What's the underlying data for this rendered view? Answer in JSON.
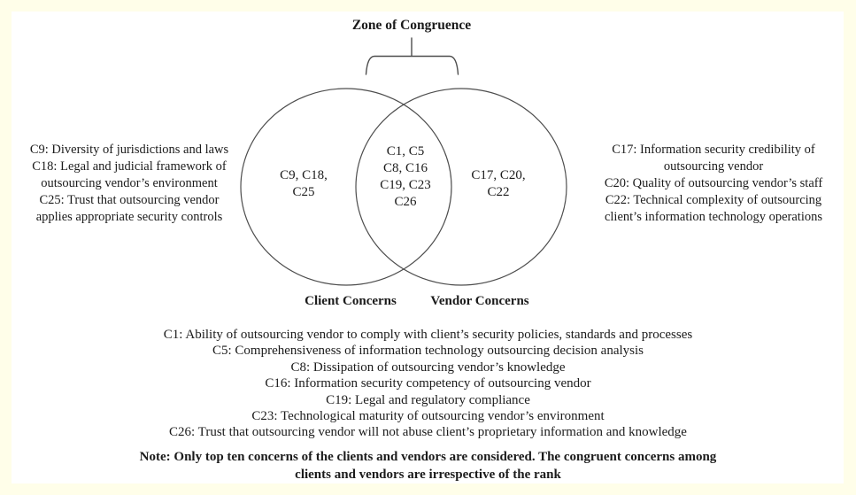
{
  "colors": {
    "frame": "#fffee9",
    "canvas": "#ffffff",
    "stroke": "#4d4d4d",
    "text": "#1b1b1b"
  },
  "venn": {
    "title": "Zone of Congruence",
    "client_circle_label": "Client Concerns",
    "vendor_circle_label": "Vendor Concerns",
    "left_set_lines": [
      "C9, C18,",
      "C25"
    ],
    "intersection_lines": [
      "C1, C5",
      "C8, C16",
      "C19, C23",
      "C26"
    ],
    "right_set_lines": [
      "C17, C20,",
      "C22"
    ]
  },
  "left_annotation_lines": [
    "C9: Diversity of jurisdictions and laws",
    "C18: Legal and judicial framework of",
    "outsourcing vendor’s environment",
    "C25: Trust that outsourcing vendor",
    "applies appropriate security controls"
  ],
  "right_annotation_lines": [
    "C17: Information security credibility of",
    "outsourcing vendor",
    "C20: Quality of outsourcing vendor’s staff",
    "C22: Technical complexity of outsourcing",
    "client’s information technology operations"
  ],
  "legend_lines": [
    "C1: Ability of outsourcing vendor to comply with client’s security policies, standards and processes",
    "C5: Comprehensiveness of information technology outsourcing decision analysis",
    "C8: Dissipation of outsourcing vendor’s knowledge",
    "C16: Information security competency of outsourcing vendor",
    "C19: Legal and regulatory compliance",
    "C23: Technological maturity of outsourcing vendor’s environment",
    "C26: Trust that outsourcing vendor will not abuse client’s proprietary information and knowledge"
  ],
  "note_lines": [
    "Note: Only top ten concerns of the clients and vendors are considered. The congruent concerns among",
    "clients and vendors are irrespective of the rank"
  ],
  "diagram_data": {
    "type": "venn",
    "intersection_label": "Zone of Congruence",
    "sets": [
      {
        "name": "Client Concerns",
        "only": [
          "C9",
          "C18",
          "C25"
        ]
      },
      {
        "name": "Vendor Concerns",
        "only": [
          "C17",
          "C20",
          "C22"
        ]
      }
    ],
    "intersection": [
      "C1",
      "C5",
      "C8",
      "C16",
      "C19",
      "C23",
      "C26"
    ]
  }
}
